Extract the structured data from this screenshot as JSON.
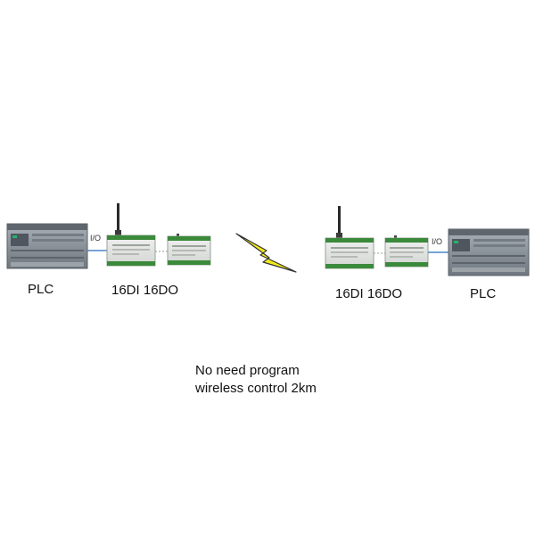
{
  "left": {
    "plc_label": "PLC",
    "io_label": "I/O",
    "module_label": "16DI 16DO"
  },
  "right": {
    "plc_label": "PLC",
    "io_label": "I/O",
    "module_label": "16DI 16DO"
  },
  "note": {
    "line1": "No need program",
    "line2": "wireless control 2km"
  },
  "colors": {
    "link_line": "#4a86c8",
    "bolt": "#f2ea1d",
    "plc_body": "#8c949c",
    "module_body": "#e4e6e4",
    "terminal_green": "#3b8a3b"
  }
}
